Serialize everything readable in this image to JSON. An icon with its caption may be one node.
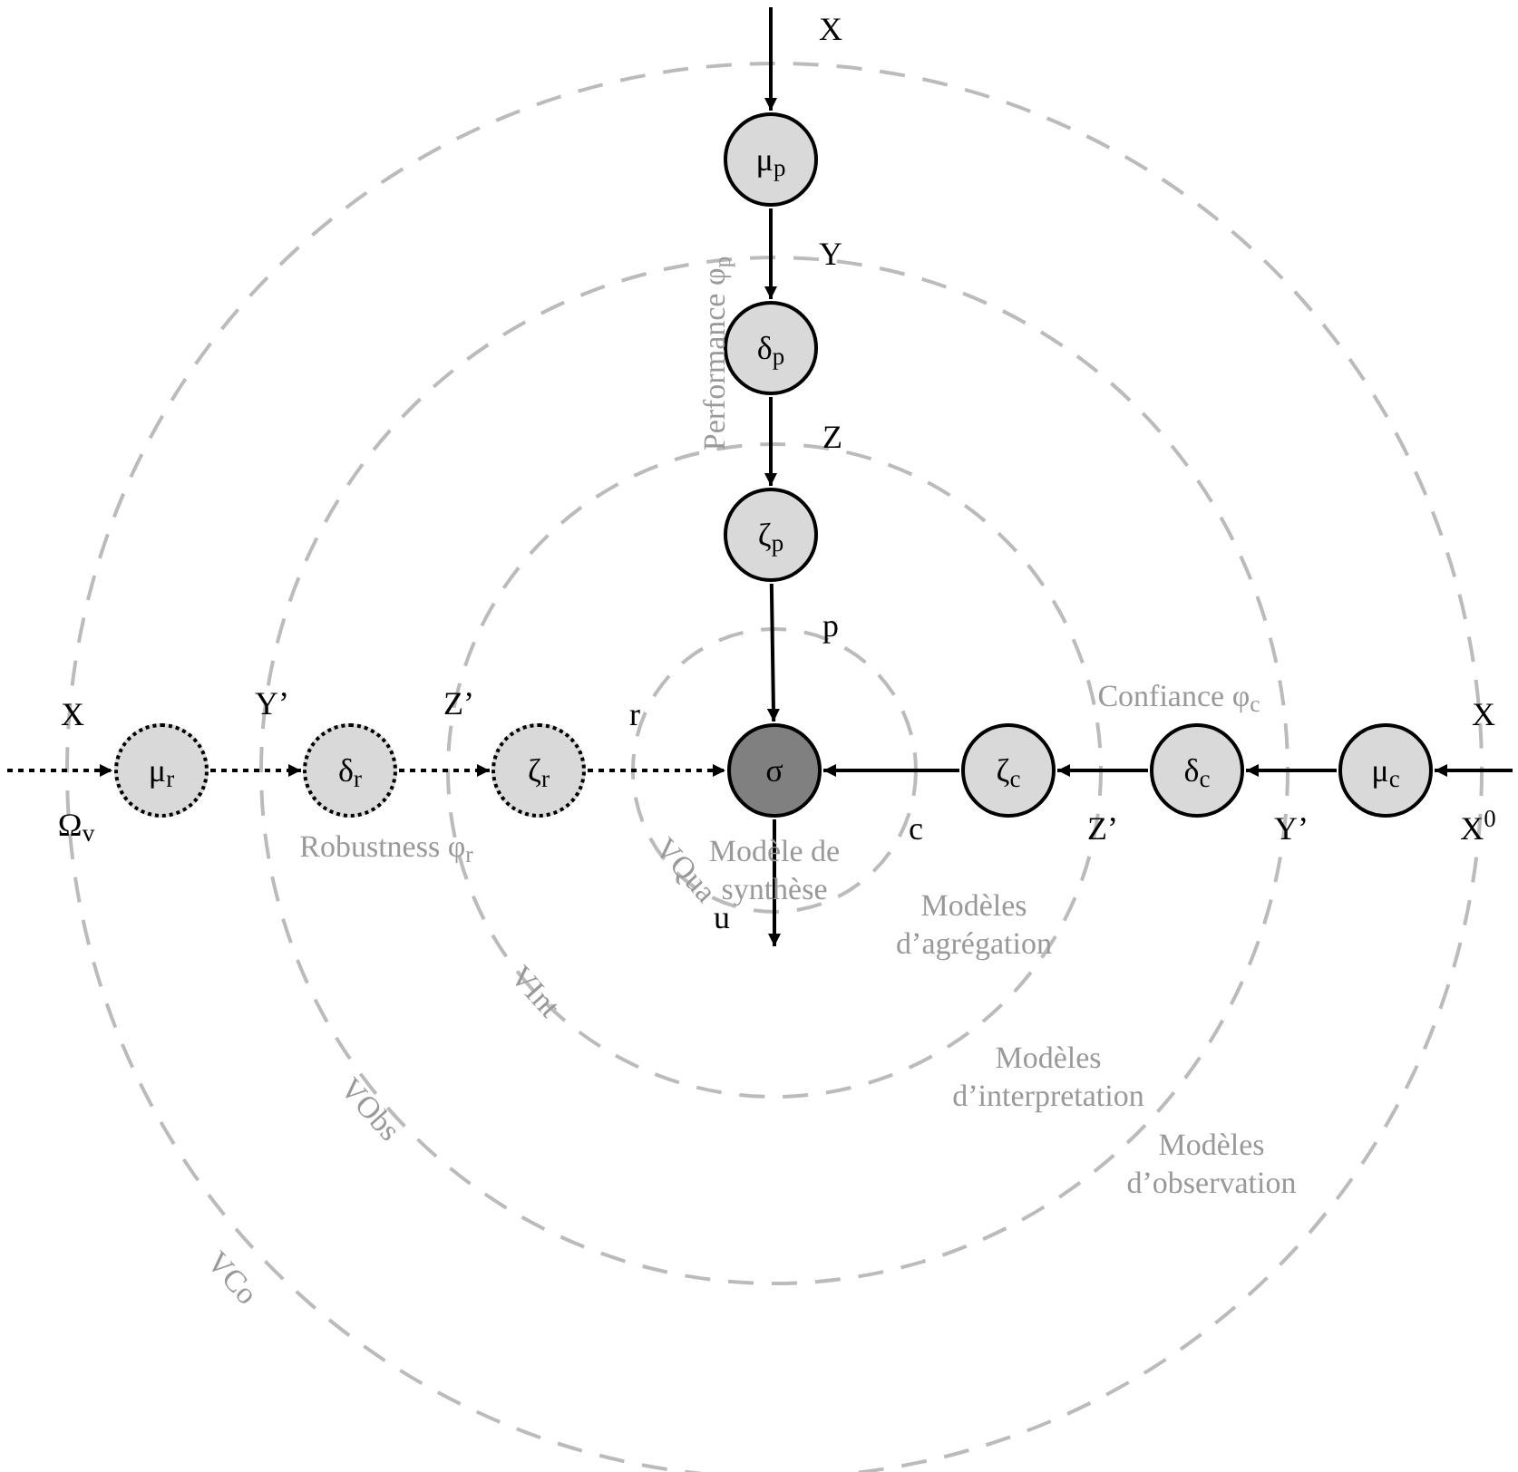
{
  "diagram": {
    "nodes": [
      {
        "text": [
          "μ$_{p}$"
        ]
      },
      {
        "text": [
          "δ$_{p}$"
        ]
      },
      {
        "text": [
          "ζ$_{p}$"
        ]
      },
      {
        "text": [
          "σ"
        ]
      },
      {
        "text": [
          "μ$_{r}$"
        ]
      },
      {
        "text": [
          "δ$_{r}$"
        ]
      },
      {
        "text": [
          "ζ$_{r}$"
        ]
      },
      {
        "text": [
          "ζ$_{c}$"
        ]
      },
      {
        "text": [
          "δ$_{c}$"
        ]
      },
      {
        "text": [
          "μ$_{c}$"
        ]
      }
    ],
    "edges": [
      {
        "from": null,
        "to": 0,
        "arrow": "to"
      },
      {
        "from": 0,
        "to": 1,
        "arrow": "to"
      },
      {
        "from": 1,
        "to": 2,
        "arrow": "to"
      },
      {
        "from": 2,
        "to": 3,
        "arrow": "to"
      },
      {
        "from": null,
        "to": 4,
        "arrow": "to",
        "style": "dashed"
      },
      {
        "from": 4,
        "to": 5,
        "arrow": "to",
        "style": "dashed"
      },
      {
        "from": 5,
        "to": 6,
        "arrow": "to",
        "style": "dashed"
      },
      {
        "from": 6,
        "to": 3,
        "arrow": "to",
        "style": "dashed"
      },
      {
        "from": null,
        "to": 9,
        "arrow": "to"
      },
      {
        "from": 9,
        "to": 8,
        "arrow": "to"
      },
      {
        "from": 8,
        "to": 7,
        "arrow": "to"
      },
      {
        "from": 7,
        "to": 3,
        "arrow": "to"
      },
      {
        "from": 3,
        "to": null,
        "arrow": "to"
      }
    ],
    "labels": [
      "X",
      "Y",
      "Z",
      "Performance φ$_{p}$",
      "p",
      "X",
      "Y’",
      "Z’",
      "r",
      "Confiance φ$_{c}$",
      "X",
      "Ω$_{v}$",
      "Robustness φ$_{r}$",
      "c",
      "Z’",
      "Y’",
      "X$^{0}$",
      "Modèle de synthèse",
      "VQua",
      "u",
      "Modèles d’agrégation",
      "VInt",
      "Modèles d’interpretation",
      "VObs",
      "Modèles d’observation",
      "VCo"
    ]
  }
}
